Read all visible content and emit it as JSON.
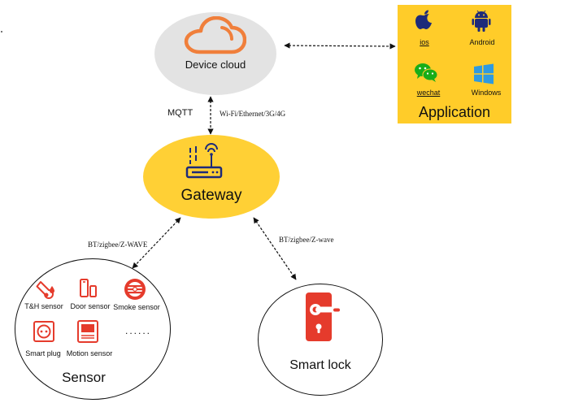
{
  "nodes": {
    "device_cloud": {
      "label": "Device cloud",
      "icon": "cloud-icon"
    },
    "application": {
      "title": "Application",
      "platforms": [
        {
          "label": "ios",
          "icon": "apple-icon"
        },
        {
          "label": "Android",
          "icon": "android-icon"
        },
        {
          "label": "wechat",
          "icon": "wechat-icon"
        },
        {
          "label": "Windows",
          "icon": "windows-icon"
        }
      ]
    },
    "gateway": {
      "label": "Gateway",
      "icon": "router-icon"
    },
    "sensor": {
      "title": "Sensor",
      "items": [
        {
          "label": "T&H sensor",
          "icon": "thermometer-icon"
        },
        {
          "label": "Door sensor",
          "icon": "door-sensor-icon"
        },
        {
          "label": "Smoke sensor",
          "icon": "smoke-detector-icon"
        },
        {
          "label": "Smart plug",
          "icon": "smart-plug-icon"
        },
        {
          "label": "Motion sensor",
          "icon": "motion-sensor-icon"
        }
      ],
      "more": "......"
    },
    "smart_lock": {
      "label": "Smart lock",
      "icon": "door-lock-icon"
    }
  },
  "edges": {
    "gateway_cloud": {
      "protocol": "MQTT",
      "network": "Wi-Fi/Ethernet/3G/4G"
    },
    "gateway_sensor": {
      "label": "BT/zigbee/Z-WAVE"
    },
    "gateway_lock": {
      "label": "BT/zigbee/Z-wave"
    }
  },
  "colors": {
    "cloud_fill": "#e3e3e3",
    "accent_orange": "#f07f3b",
    "yellow": "#ffcc29",
    "gateway_fill": "#ffd035",
    "navy": "#1d2a7a",
    "red": "#e53b2c",
    "blue": "#3a7bd5"
  }
}
